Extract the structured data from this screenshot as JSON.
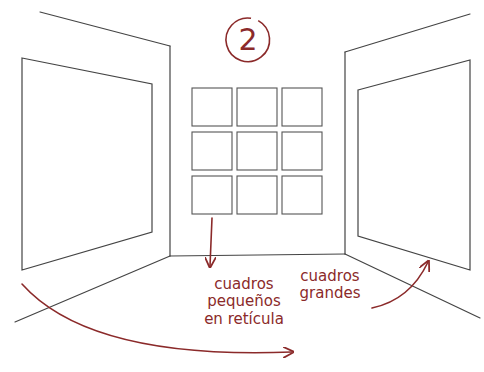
{
  "diagram": {
    "nodes": [
      {
        "text": [
          "2"
        ]
      }
    ],
    "labels": [
      "cuadros pequeños en retícula",
      "cuadros grandes"
    ]
  }
}
